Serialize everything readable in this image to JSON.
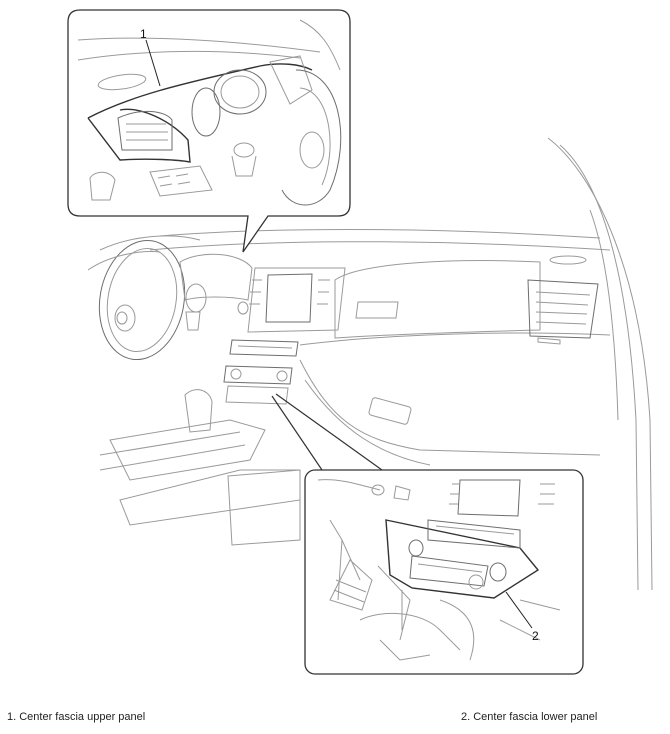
{
  "callouts": {
    "upper_number": "1",
    "lower_number": "2"
  },
  "captions": {
    "item1": "1. Center fascia upper panel",
    "item2": "2. Center fascia lower panel"
  }
}
